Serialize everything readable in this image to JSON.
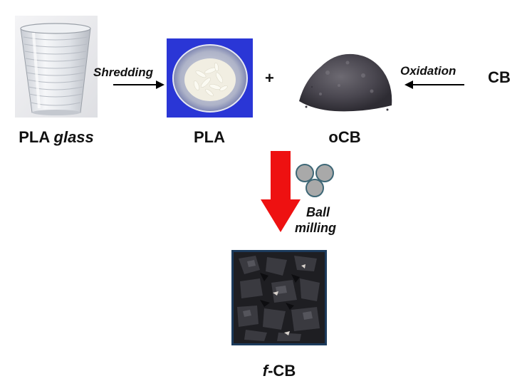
{
  "labels": {
    "pla_glass_main": "PLA",
    "pla_glass_italic": "glass",
    "pla": "PLA",
    "ocb": "oCB",
    "cb": "CB",
    "fcb_italic": "f",
    "fcb_main": "-CB",
    "plus": "+"
  },
  "steps": {
    "shredding": "Shredding",
    "oxidation": "Oxidation",
    "ball_line1": "Ball",
    "ball_line2": "milling"
  },
  "colors": {
    "main_arrow": "#ee1111",
    "ball_fill": "#a9a9a9",
    "ball_stroke": "#3e6776",
    "dish_bg": "#2a36d6",
    "fcb_frame": "#1c3b5c",
    "black_arrow": "#000000"
  }
}
